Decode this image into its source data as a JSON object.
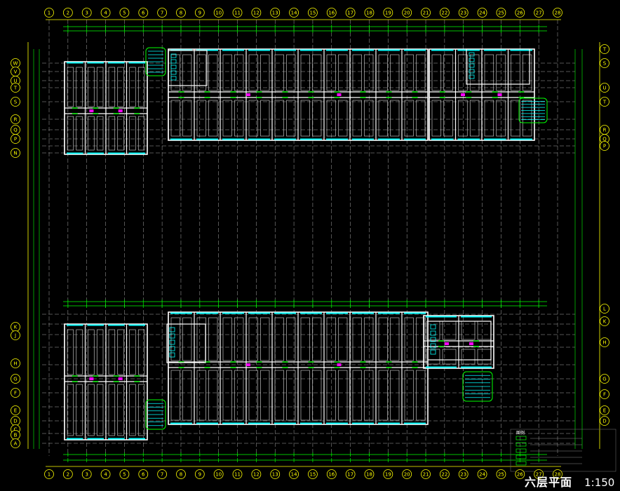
{
  "drawing": {
    "title": "六层平面",
    "scale": "1:150",
    "colors": {
      "background": "#000000",
      "wall": "#ffffff",
      "grid": "#ffff00",
      "dimension": "#00ff00",
      "window": "#00ffff",
      "accent": "#ff00ff"
    },
    "axis_top": [
      "1",
      "2",
      "3",
      "4",
      "5",
      "6",
      "7",
      "8",
      "9",
      "10",
      "11",
      "12",
      "13",
      "14",
      "15",
      "16",
      "17",
      "18",
      "19",
      "20",
      "21",
      "22",
      "23",
      "24",
      "25",
      "26",
      "27",
      "28"
    ],
    "axis_bottom": [
      "1",
      "2",
      "3",
      "4",
      "5",
      "6",
      "7",
      "8",
      "9",
      "10",
      "11",
      "12",
      "13",
      "14",
      "15",
      "16",
      "17",
      "18",
      "19",
      "20",
      "21",
      "22",
      "23",
      "24",
      "25",
      "26",
      "27",
      "28"
    ],
    "axis_left_upper": [
      "W",
      "V",
      "U",
      "T",
      "S",
      "R",
      "Q",
      "P",
      "N"
    ],
    "axis_left_lower": [
      "K",
      "J",
      "H",
      "G",
      "F",
      "E",
      "D",
      "C",
      "B",
      "A"
    ],
    "axis_right_upper": [
      "T",
      "S",
      "U",
      "T",
      "R",
      "Q",
      "P"
    ],
    "axis_right_lower": [
      "L",
      "K",
      "H",
      "G",
      "F",
      "E",
      "D"
    ],
    "legend_title": "图例"
  }
}
